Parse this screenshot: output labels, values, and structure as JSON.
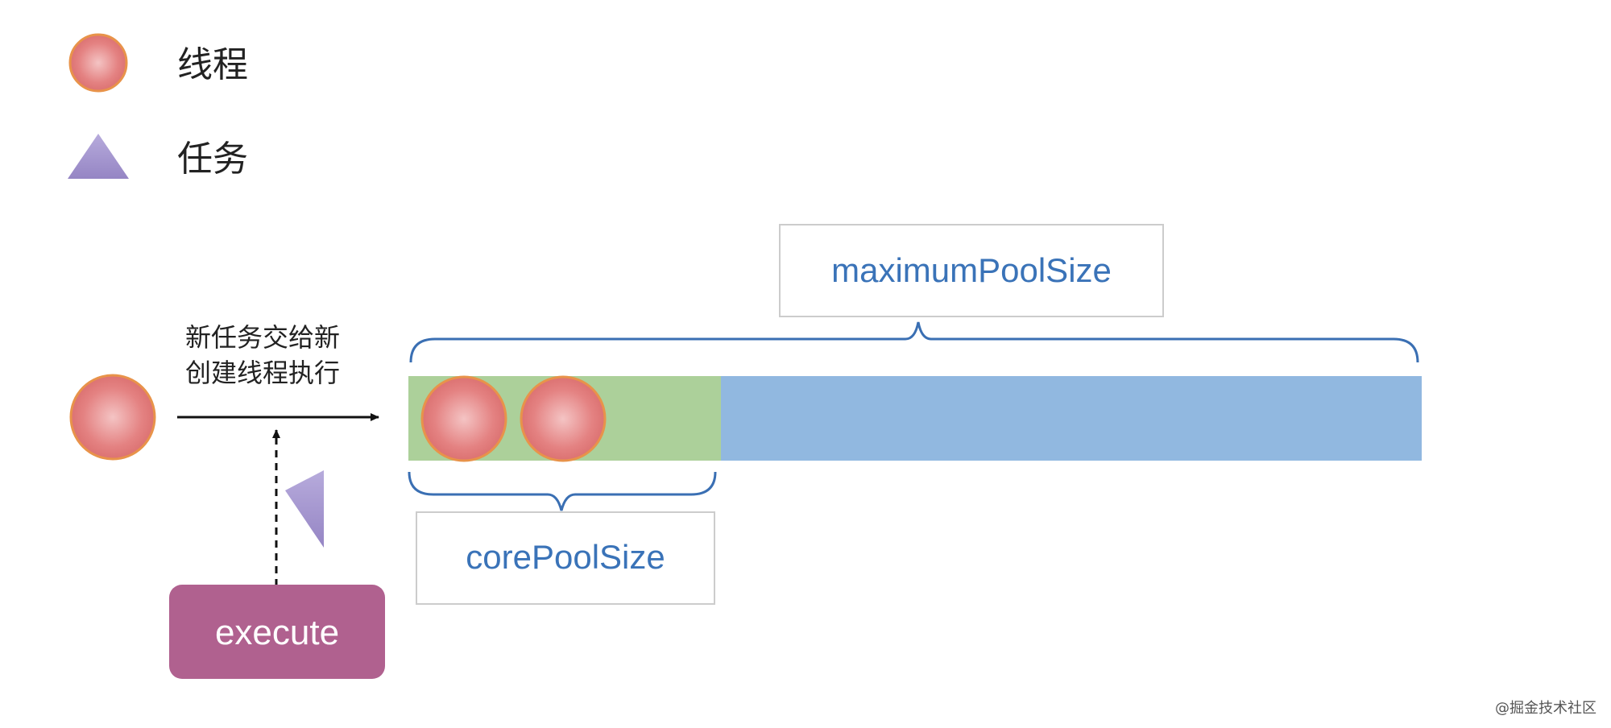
{
  "legend": {
    "thread_label": "线程",
    "task_label": "任务"
  },
  "caption": {
    "line1": "新任务交给新",
    "line2": "创建线程执行"
  },
  "pool": {
    "maximum_label": "maximumPoolSize",
    "core_label": "corePoolSize",
    "core_thread_count": 2
  },
  "execute_label": "execute",
  "watermark": "@掘金技术社区",
  "colors": {
    "thread_fill": "#e88585",
    "thread_stroke": "#e8934a",
    "task_fill": "#a596cf",
    "core_segment": "#acd09a",
    "max_segment": "#91b8e0",
    "brace": "#3a6fb3",
    "execute_box": "#b0618f"
  }
}
